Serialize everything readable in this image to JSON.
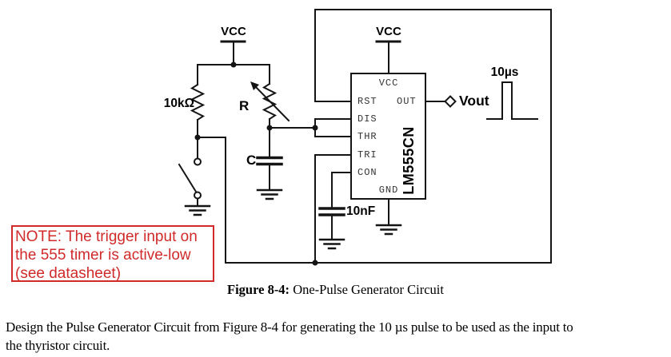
{
  "colors": {
    "note_red": "#d02a2a",
    "wire": "#141414"
  },
  "circuit": {
    "power_left_label": "VCC",
    "power_ic_label": "VCC",
    "resistor_fixed_label": "10kΩ",
    "resistor_variable_label": "R",
    "capacitor_timing_label": "C",
    "capacitor_control_label": "10nF",
    "ic": {
      "name": "LM555CN",
      "pins": {
        "vcc": "VCC",
        "rst": "RST",
        "dis": "DIS",
        "thr": "THR",
        "tri": "TRI",
        "con": "CON",
        "out": "OUT",
        "gnd": "GND"
      }
    },
    "output_label": "Vout",
    "pulse_width_label": "10µs"
  },
  "note": {
    "lines": [
      "NOTE: The trigger input on",
      "the 555 timer is active-low",
      "(see datasheet)"
    ]
  },
  "caption": {
    "label": "Figure 8-4:",
    "title": " One-Pulse Generator Circuit"
  },
  "body": {
    "line1": "Design the Pulse Generator Circuit from Figure 8-4 for generating the 10 µs pulse to be used as the input to",
    "line2": "the thyristor circuit."
  }
}
